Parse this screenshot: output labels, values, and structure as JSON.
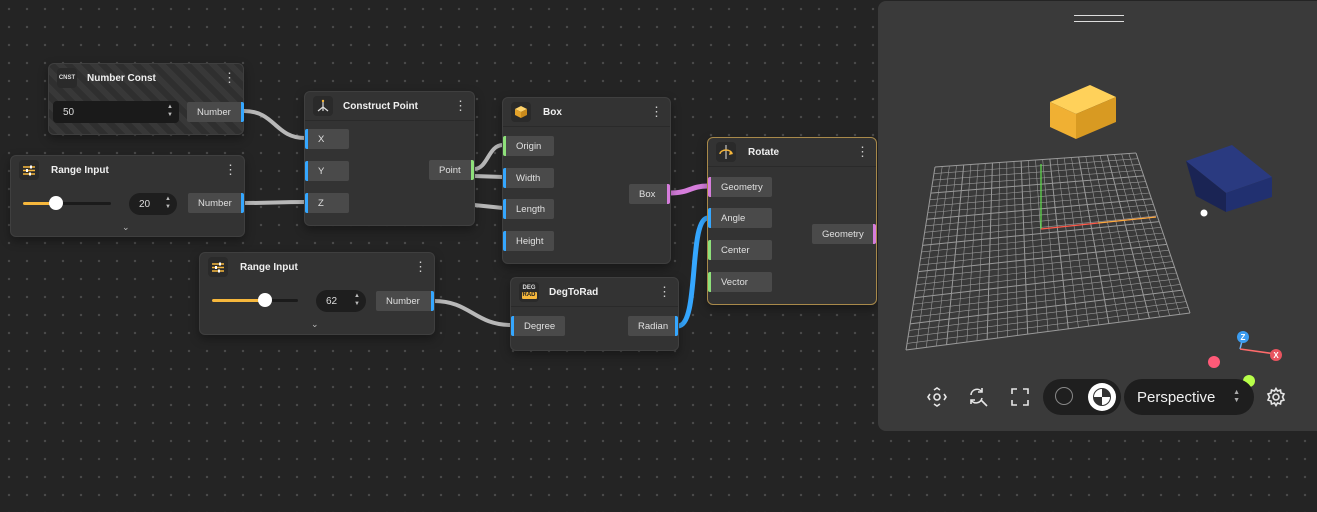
{
  "nodes": {
    "number_const": {
      "icon": "CNST",
      "title": "Number Const",
      "value": "50",
      "output": "Number"
    },
    "range_input_1": {
      "title": "Range Input",
      "value": "20",
      "slider_fraction": 0.37,
      "output": "Number"
    },
    "range_input_2": {
      "title": "Range Input",
      "value": "62",
      "slider_fraction": 0.62,
      "output": "Number"
    },
    "construct_point": {
      "title": "Construct Point",
      "inputs": [
        "X",
        "Y",
        "Z"
      ],
      "output": "Point"
    },
    "box": {
      "title": "Box",
      "inputs": [
        "Origin",
        "Width",
        "Length",
        "Height"
      ],
      "output": "Box"
    },
    "deg_to_rad": {
      "icon_top": "DEG",
      "icon_bottom": "RAD",
      "title": "DegToRad",
      "input": "Degree",
      "output": "Radian"
    },
    "rotate": {
      "title": "Rotate",
      "inputs": [
        "Geometry",
        "Angle",
        "Center",
        "Vector"
      ],
      "output": "Geometry"
    }
  },
  "viewer": {
    "camera_mode": "Perspective",
    "axes": {
      "x": "X",
      "z": "Z"
    },
    "colors": {
      "accent": "#f6b73c",
      "wire_blue": "#35a7ff",
      "wire_pink": "#d67ddc",
      "port_green": "#8ee07a",
      "box_yellow": "#f2b43a",
      "box_navy": "#1f2d66"
    }
  }
}
